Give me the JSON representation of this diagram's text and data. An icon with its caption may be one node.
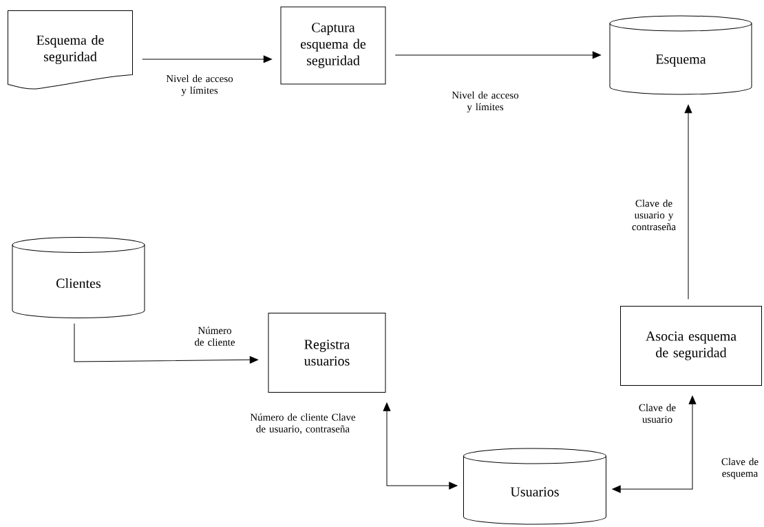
{
  "diagram": {
    "nodes": [
      {
        "text": [
          "Esquema de seguridad"
        ]
      },
      {
        "text": [
          "Captura esquema de seguridad"
        ]
      },
      {
        "text": [
          "Esquema"
        ]
      },
      {
        "text": [
          "Clientes"
        ]
      },
      {
        "text": [
          "Registra usuarios"
        ]
      },
      {
        "text": [
          "Asocia esquema de seguridad"
        ]
      },
      {
        "text": [
          "Usuarios"
        ]
      }
    ],
    "edges": [
      {
        "from": 0,
        "to": 1,
        "arrow": "to",
        "label": "Nivel de acceso y límites"
      },
      {
        "from": 1,
        "to": 2,
        "arrow": "to",
        "label": "Nivel de acceso y límites"
      },
      {
        "from": 5,
        "to": 2,
        "arrow": "to",
        "label": "Clave de usuario y contraseña"
      },
      {
        "from": 3,
        "to": 4,
        "arrow": "to",
        "label": "Número de cliente"
      },
      {
        "from": 4,
        "to": 6,
        "arrow": "both",
        "label": "Número de cliente Clave de usuario, contraseña"
      },
      {
        "from": 5,
        "to": 6,
        "arrow": "both",
        "label": "Clave de usuario"
      }
    ],
    "labels": [
      "Clave de esquema"
    ]
  }
}
